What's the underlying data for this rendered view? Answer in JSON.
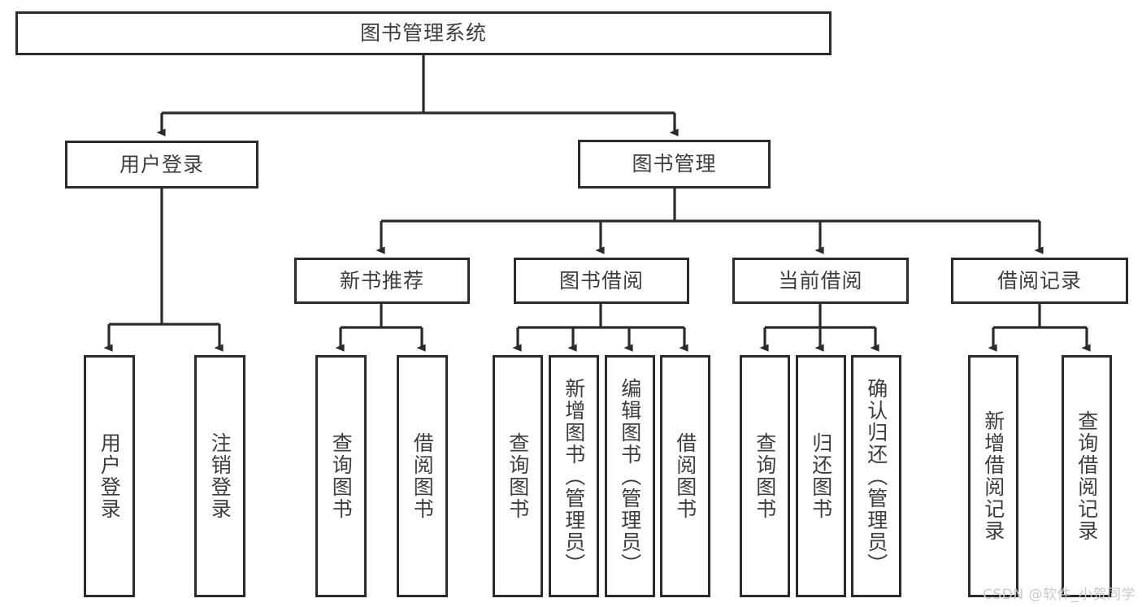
{
  "diagram": {
    "type": "tree-hierarchy",
    "title": "图书管理系统",
    "root": {
      "label": "图书管理系统"
    },
    "level2": [
      {
        "label": "用户登录"
      },
      {
        "label": "图书管理"
      }
    ],
    "level3": [
      {
        "label": "新书推荐"
      },
      {
        "label": "图书借阅"
      },
      {
        "label": "当前借阅"
      },
      {
        "label": "借阅记录"
      }
    ],
    "leaves": {
      "user_login": [
        {
          "label": "用户登录"
        },
        {
          "label": "注销登录"
        }
      ],
      "new_book": [
        {
          "label": "查询图书"
        },
        {
          "label": "借阅图书"
        }
      ],
      "book_borrow": [
        {
          "label": "查询图书"
        },
        {
          "label": "新增图书（管理员）"
        },
        {
          "label": "编辑图书（管理员）"
        },
        {
          "label": "借阅图书"
        }
      ],
      "current_borrow": [
        {
          "label": "查询图书"
        },
        {
          "label": "归还图书"
        },
        {
          "label": "确认归还（管理员）"
        }
      ],
      "borrow_record": [
        {
          "label": "新增借阅记录"
        },
        {
          "label": "查询借阅记录"
        }
      ]
    }
  },
  "watermark": {
    "text": "CSDN @软件_小贺同学"
  },
  "colors": {
    "box_border": "#2b2b2b",
    "box_fill": "#ffffff",
    "text": "#3d3d3d",
    "wire": "#2b2b2b",
    "watermark": "#c9c9c9"
  }
}
